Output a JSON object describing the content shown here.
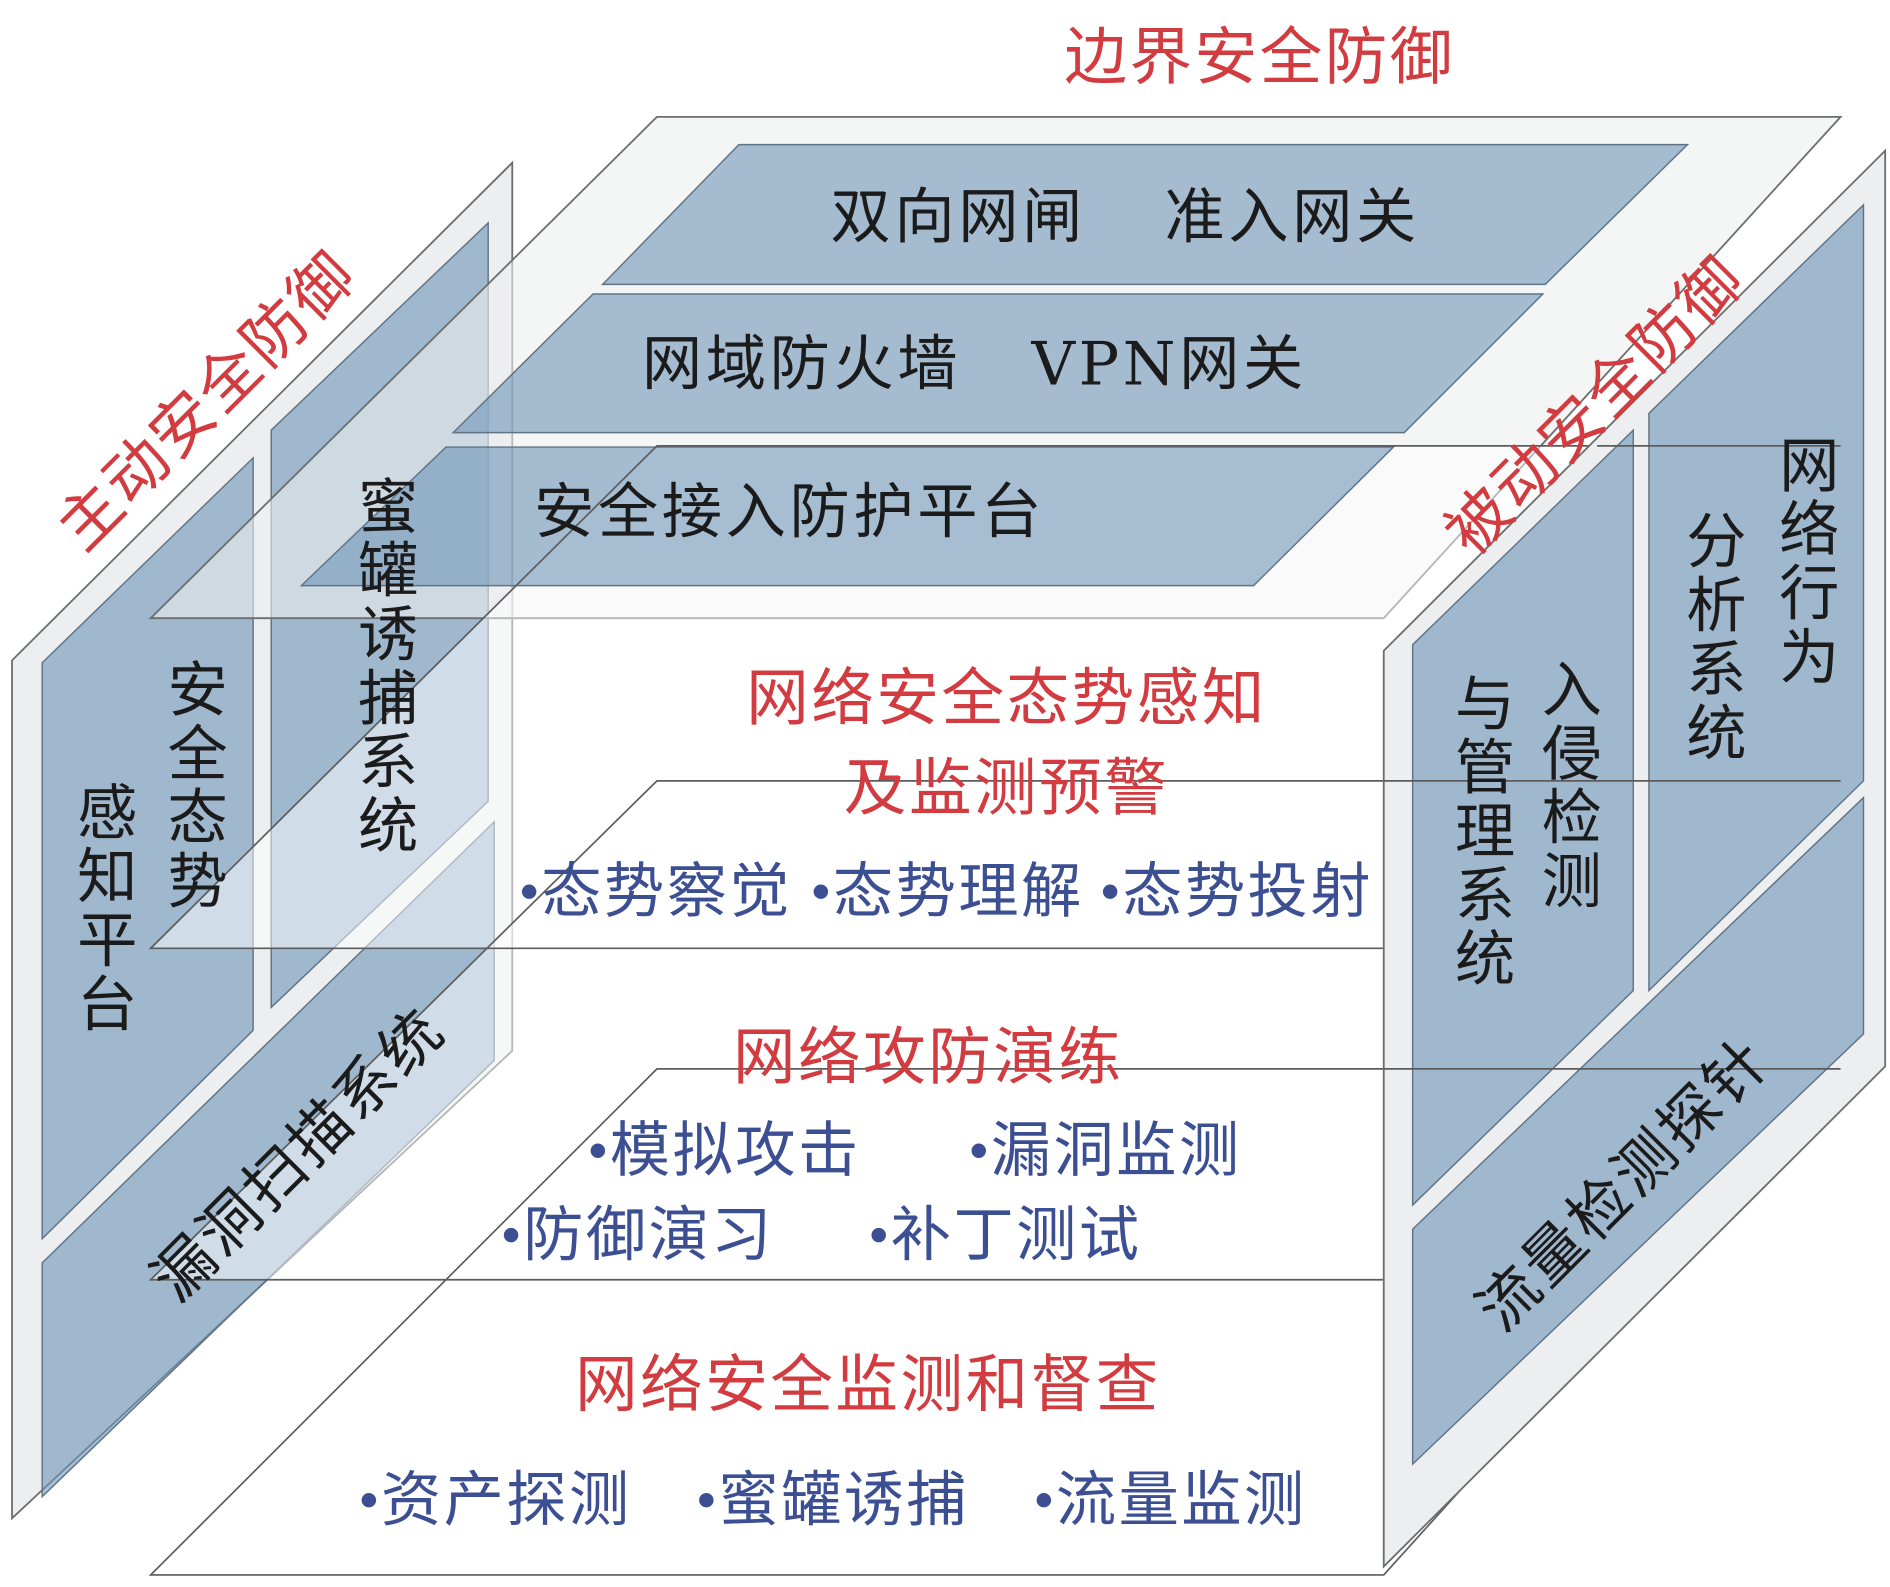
{
  "boundary_defense": {
    "title": "边界安全防御",
    "panels": [
      {
        "items": [
          "双向网闸",
          "准入网关"
        ]
      },
      {
        "items": [
          "网域防火墙",
          "VPN网关"
        ]
      },
      {
        "items": [
          "安全接入防护平台"
        ]
      }
    ]
  },
  "active_defense": {
    "title": "主动安全防御",
    "situation_platform": {
      "lines": [
        "安全态势",
        "感知平台"
      ]
    },
    "honeypot_system": {
      "lines": [
        "蜜罐诱捕系统"
      ]
    },
    "vuln_scan_system": {
      "label": "漏洞扫描系统"
    }
  },
  "passive_defense": {
    "title": "被动安全防御",
    "intrusion_system": {
      "lines": [
        "入侵检测",
        "与管理系统"
      ]
    },
    "behavior_system": {
      "lines": [
        "网络行为",
        "分析系统"
      ]
    },
    "traffic_probe": {
      "label": "流量检测探针"
    }
  },
  "layers": [
    {
      "title_lines": [
        "网络安全态势感知",
        "及监测预警"
      ],
      "items": [
        "态势察觉",
        "态势理解",
        "态势投射"
      ]
    },
    {
      "title_lines": [
        "网络攻防演练"
      ],
      "items": [
        "模拟攻击",
        "漏洞监测",
        "防御演习",
        "补丁测试"
      ]
    },
    {
      "title_lines": [
        "网络安全监测和督查"
      ],
      "items": [
        "资产探测",
        "蜜罐诱捕",
        "流量监测"
      ]
    }
  ],
  "colors": {
    "title_red": "#d23b3f",
    "item_blue": "#3c4f92",
    "label_ink": "#1b1b1b",
    "frame_gray": "#eceeef"
  }
}
